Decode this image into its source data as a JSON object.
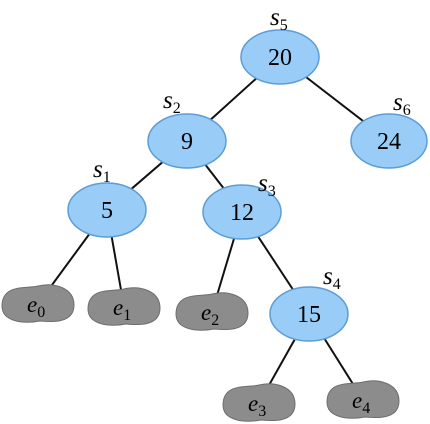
{
  "nodes": [
    {
      "id": "s5",
      "value": "20",
      "label_letter": "s",
      "label_sub": "5"
    },
    {
      "id": "s2",
      "value": "9",
      "label_letter": "s",
      "label_sub": "2"
    },
    {
      "id": "s6",
      "value": "24",
      "label_letter": "s",
      "label_sub": "6"
    },
    {
      "id": "s1",
      "value": "5",
      "label_letter": "s",
      "label_sub": "1"
    },
    {
      "id": "s3",
      "value": "12",
      "label_letter": "s",
      "label_sub": "3"
    },
    {
      "id": "s4",
      "value": "15",
      "label_letter": "s",
      "label_sub": "4"
    }
  ],
  "leaves": [
    {
      "id": "e0",
      "letter": "e",
      "sub": "0"
    },
    {
      "id": "e1",
      "letter": "e",
      "sub": "1"
    },
    {
      "id": "e2",
      "letter": "e",
      "sub": "2"
    },
    {
      "id": "e3",
      "letter": "e",
      "sub": "3"
    },
    {
      "id": "e4",
      "letter": "e",
      "sub": "4"
    }
  ],
  "edges": [
    [
      "s5",
      "s2"
    ],
    [
      "s5",
      "s6"
    ],
    [
      "s2",
      "s1"
    ],
    [
      "s2",
      "s3"
    ],
    [
      "s1",
      "e0"
    ],
    [
      "s1",
      "e1"
    ],
    [
      "s3",
      "e2"
    ],
    [
      "s3",
      "s4"
    ],
    [
      "s4",
      "e3"
    ],
    [
      "s4",
      "e4"
    ]
  ],
  "colors": {
    "node_fill": "#99cdf8",
    "node_stroke": "#5c9dd6",
    "leaf_fill": "#8c8c8c",
    "edge": "#111111"
  }
}
